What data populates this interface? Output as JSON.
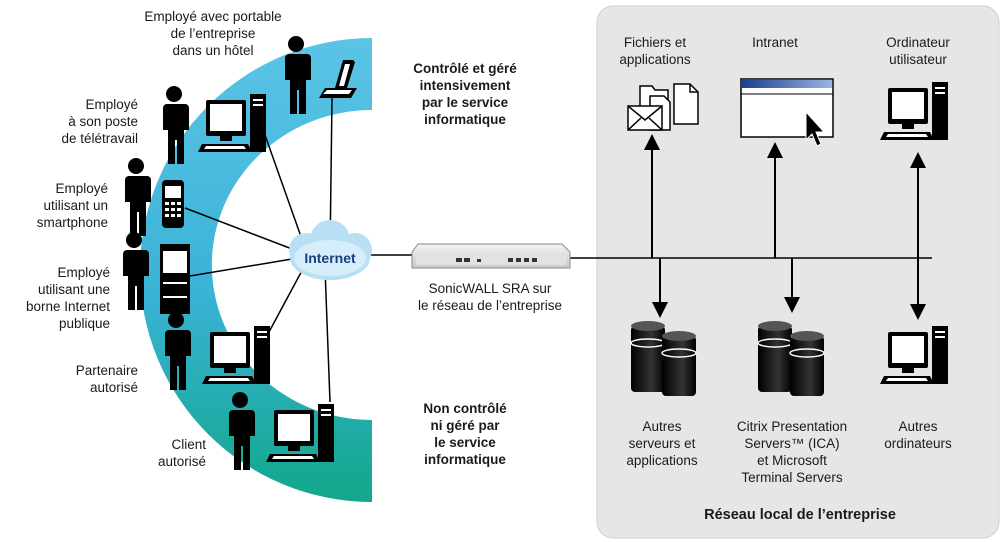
{
  "left": {
    "employees": [
      {
        "lines": [
          "Employé avec portable",
          "de l’entreprise",
          "dans un hôtel"
        ]
      },
      {
        "lines": [
          "Employé",
          "à son poste",
          "de télétravail"
        ]
      },
      {
        "lines": [
          "Employé",
          "utilisant un",
          "smartphone"
        ]
      },
      {
        "lines": [
          "Employé",
          "utilisant une",
          "borne Internet",
          "publique"
        ]
      },
      {
        "lines": [
          "Partenaire",
          "autorisé"
        ]
      },
      {
        "lines": [
          "Client",
          "autorisé"
        ]
      }
    ],
    "managed": {
      "lines": [
        "Contrôlé et géré",
        "intensivement",
        "par le service",
        "informatique"
      ]
    },
    "unmanaged": {
      "lines": [
        "Non contrôlé",
        "ni géré par",
        "le service",
        "informatique"
      ]
    }
  },
  "cloud": {
    "label": "Internet"
  },
  "appliance": {
    "lines": [
      "SonicWALL SRA sur",
      "le réseau de l’entreprise"
    ]
  },
  "lan": {
    "title": "Réseau local de l’entreprise",
    "top": [
      {
        "lines": [
          "Fichiers et",
          "applications"
        ]
      },
      {
        "lines": [
          "Intranet"
        ]
      },
      {
        "lines": [
          "Ordinateur",
          "utilisateur"
        ]
      }
    ],
    "bottom": [
      {
        "lines": [
          "Autres",
          "serveurs et",
          "applications"
        ]
      },
      {
        "lines": [
          "Citrix Presentation",
          "Servers™ (ICA)",
          "et Microsoft",
          "Terminal Servers"
        ]
      },
      {
        "lines": [
          "Autres",
          "ordinateurs"
        ]
      }
    ]
  },
  "colors": {
    "arc_top": "#5bc4e6",
    "arc_bottom": "#16a98e",
    "lan_bg": "#e6e6e6",
    "cloud": "#b8dff4"
  }
}
